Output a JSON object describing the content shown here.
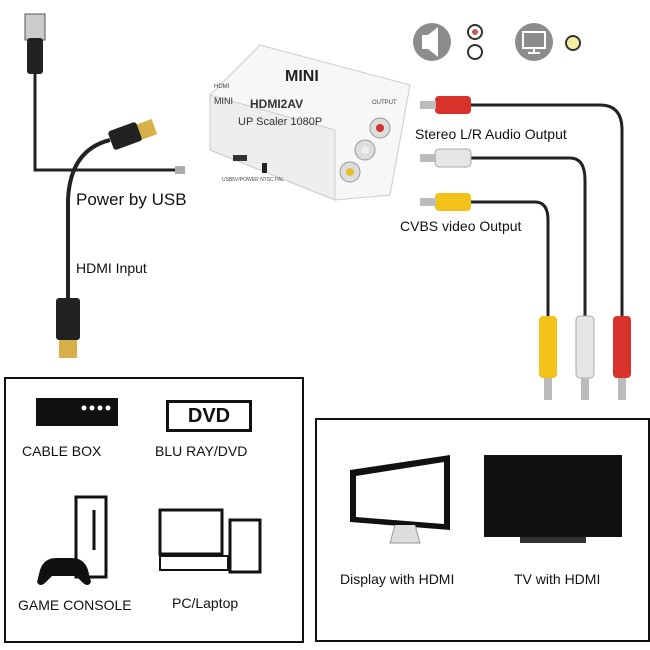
{
  "device": {
    "brand": "MINI",
    "model": "HDMI2AV",
    "subtitle": "UP Scaler 1080P",
    "port_hdmi": "HDMI",
    "port_output": "OUTPUT",
    "switch_label": "USB5V/POWER NTSC PAL"
  },
  "labels": {
    "power": "Power by USB",
    "hdmi_input": "HDMI Input",
    "audio_output": "Stereo L/R Audio Output",
    "video_output": "CVBS video Output"
  },
  "sources": [
    {
      "label": "CABLE BOX",
      "icon": "cable-box-icon"
    },
    {
      "label": "BLU RAY/DVD",
      "icon": "dvd-icon",
      "icon_text": "DVD"
    },
    {
      "label": "GAME CONSOLE",
      "icon": "game-console-icon"
    },
    {
      "label": "PC/Laptop",
      "icon": "pc-icon"
    }
  ],
  "displays": [
    {
      "label": "Display with HDMI",
      "icon": "monitor-icon"
    },
    {
      "label": "TV with HDMI",
      "icon": "tv-icon"
    }
  ],
  "colors": {
    "red": "#d8322a",
    "white": "#e6e6e6",
    "yellow": "#f2c21a",
    "cable": "#222222",
    "icon_gray": "#8c8c8c"
  }
}
